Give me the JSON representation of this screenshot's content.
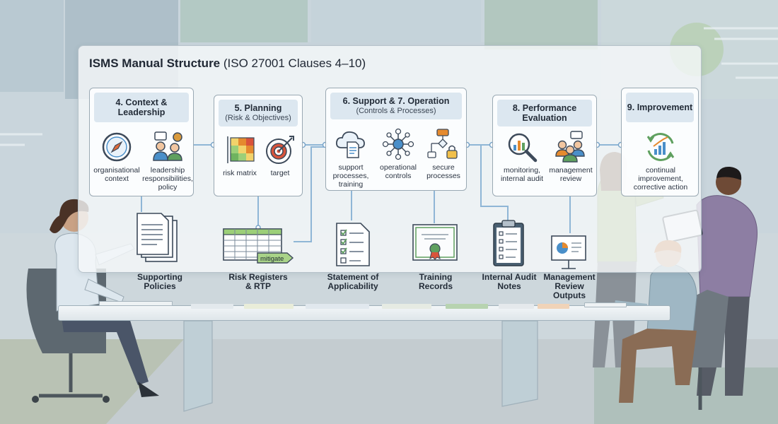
{
  "title": {
    "main": "ISMS Manual Structure",
    "sub": "(ISO 27001 Clauses 4–10)"
  },
  "sections": [
    {
      "title": "4. Context & Leadership",
      "subtitle": "",
      "items": [
        "organisational context",
        "leadership responsibilities, policy"
      ]
    },
    {
      "title": "5. Planning",
      "subtitle": "(Risk & Objectives)",
      "items": [
        "risk matrix",
        "target"
      ]
    },
    {
      "title": "6. Support & 7. Operation",
      "subtitle": "(Controls & Processes)",
      "items": [
        "support processes, training",
        "operational controls",
        "secure processes"
      ]
    },
    {
      "title": "8. Performance Evaluation",
      "subtitle": "",
      "items": [
        "monitoring, internal audit",
        "management review"
      ]
    },
    {
      "title": "9. Improvement",
      "subtitle": "",
      "items": [
        "continual improvement, corrective action"
      ]
    }
  ],
  "documents": [
    {
      "label": "Supporting Policies",
      "icon": "policy-documents-icon"
    },
    {
      "label": "Risk Registers & RTP",
      "icon": "spreadsheet-icon",
      "tag": "mitigate"
    },
    {
      "label": "Statement of Applicability",
      "icon": "checklist-icon"
    },
    {
      "label": "Training Records",
      "icon": "certificate-icon"
    },
    {
      "label": "Internal Audit Notes",
      "icon": "clipboard-icon"
    },
    {
      "label": "Management Review Outputs",
      "icon": "presentation-board-icon"
    }
  ],
  "colors": {
    "accent_blue": "#4a8fc9",
    "accent_green": "#5fa05f",
    "accent_orange": "#e58a2e",
    "header_fill": "#dce7f0"
  }
}
